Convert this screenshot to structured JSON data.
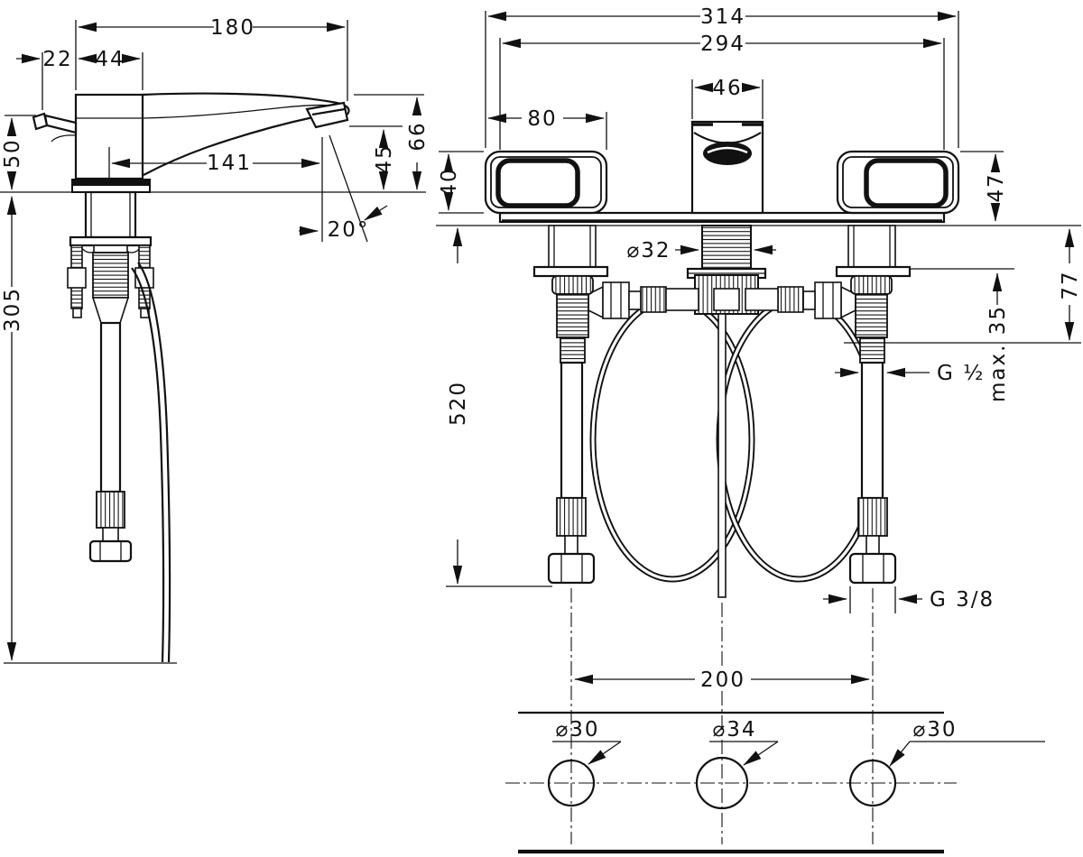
{
  "page": {
    "background": "#ffffff",
    "line_color": "#111111",
    "description": "Three-view installation dimension drawing of a 3-hole deck-mounted bathroom faucet"
  },
  "drawing": {
    "left_view": {
      "spout_projection": "180",
      "handle_overhang": "22",
      "body_depth": "44",
      "handle_height": "50",
      "spout_reach": "141",
      "outlet_height": "45",
      "spout_height": "66",
      "outlet_angle": "20°",
      "supply_drop": "305"
    },
    "front_view": {
      "overall_width": "314",
      "base_width": "294",
      "spout_width": "46",
      "handle_width": "80",
      "handle_height": "40",
      "body_height": "47",
      "shank_diameter": "⌀32",
      "hose_length": "520",
      "shank_length": "77",
      "max_counter_thickness": "max. 35",
      "hose_connection": "G ½",
      "supply_connection": "G 3/8",
      "hole_spacing": "200"
    },
    "bottom_view": {
      "left_hole_diameter": "⌀30",
      "center_hole_diameter": "⌀34",
      "right_hole_diameter": "⌀30"
    }
  }
}
